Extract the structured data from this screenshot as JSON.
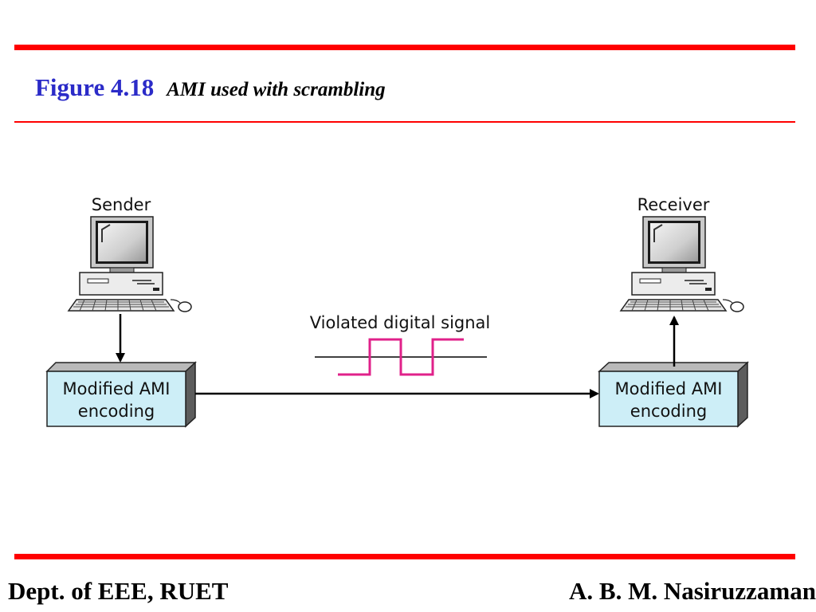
{
  "caption": {
    "figure_number": "Figure 4.18",
    "figure_title": "AMI used with scrambling"
  },
  "diagram": {
    "sender_label": "Sender",
    "receiver_label": "Receiver",
    "signal_label": "Violated digital signal",
    "encoder_left": {
      "line1": "Modified AMI",
      "line2": "encoding"
    },
    "encoder_right": {
      "line1": "Modified AMI",
      "line2": "encoding"
    }
  },
  "footer": {
    "left": "Dept. of EEE, RUET",
    "right": "A. B. M. Nasiruzzaman"
  },
  "colors": {
    "rule": "#ff0000",
    "figure_number": "#2b2bc8",
    "box_face": "#cdeef7",
    "signal": "#e0218a"
  }
}
